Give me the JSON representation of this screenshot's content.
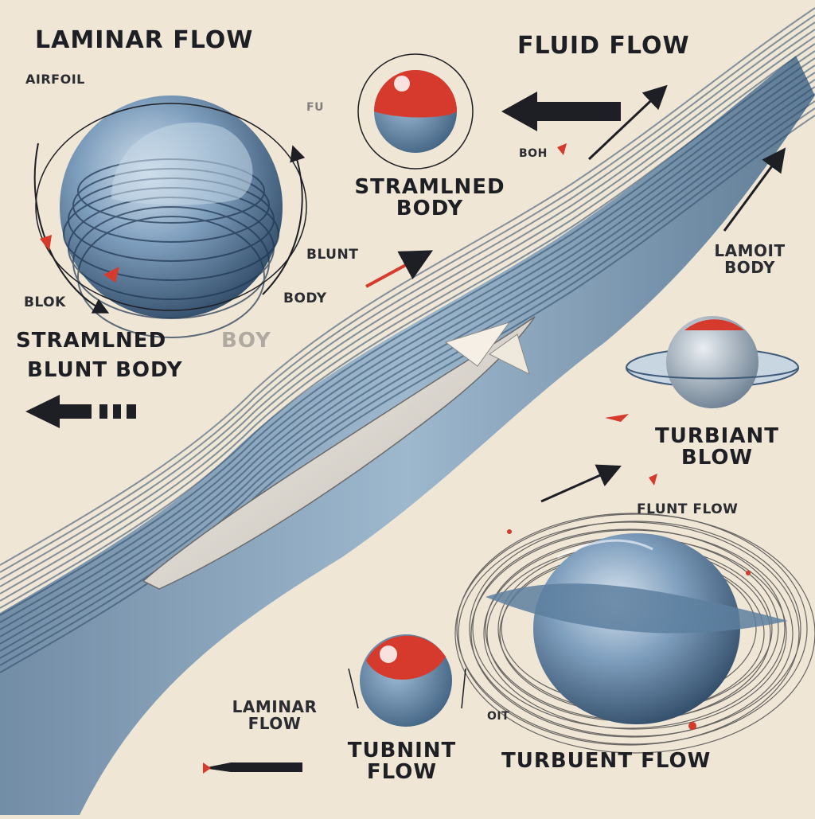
{
  "colors": {
    "background": "#efe6d6",
    "flow_blue": "#4d7192",
    "flow_light": "#a9c2d8",
    "accent_red": "#d63a2c",
    "ink": "#1d1f24",
    "sphere_blue": "#5e86aa"
  },
  "labels": {
    "laminar_flow_title": "LAMINAR FLOW",
    "fluid_flow_title": "FLUID FLOW",
    "airfoil": "AIRFOIL",
    "streamlined_body_top_1": "STRAMLNED",
    "streamlined_body_top_2": "BODY",
    "blunt": "BLUNT",
    "body": "BODY",
    "blok": "BLOK",
    "boh": "BOH",
    "fu": "FU",
    "streamlined_left": "STRAMLNED",
    "boy_faded": "BOY",
    "blunt_body": "BLUNT BODY",
    "lamoit": "LAMOIT",
    "lamoit_body": "BODY",
    "turbiant_1": "TURBIANT",
    "turbiant_2": "BLOW",
    "flunt_flow": "FLUNT FLOW",
    "laminar_flow_small_1": "LAMINAR",
    "laminar_flow_small_2": "FLOW",
    "tubnint_1": "TUBNINT",
    "tubnint_2": "FLOW",
    "turbuent_flow": "TURBUENT FLOW",
    "oit": "OIT"
  },
  "icons": {
    "main_sphere": "striped-sphere-icon",
    "small_sphere_top": "red-blue-sphere-icon",
    "small_sphere_bottom": "red-blue-sphere-icon",
    "ringed_sphere": "ringed-sphere-icon",
    "turbulent_sphere": "turbulent-sphere-icon",
    "airfoil": "airfoil-icon"
  }
}
